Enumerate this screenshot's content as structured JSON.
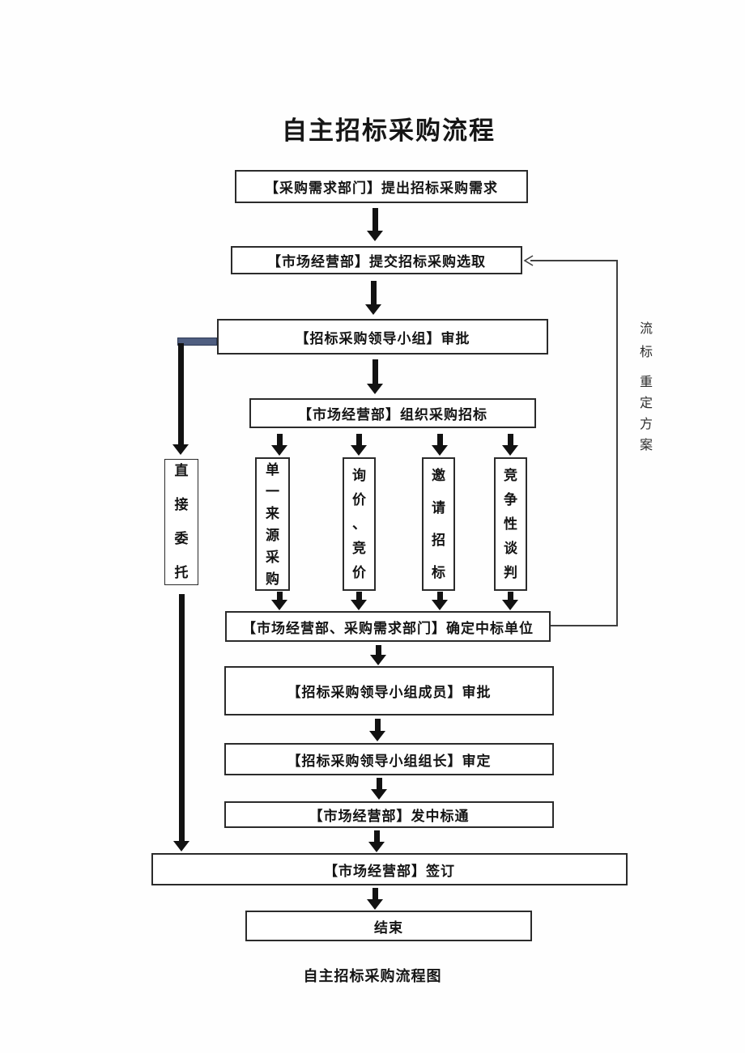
{
  "title": "自主招标采购流程",
  "caption": "自主招标采购流程图",
  "colors": {
    "ink": "#161616",
    "box_border": "#2b2b2b",
    "connector_blue": "#4f5e80",
    "feedback_line": "#3f3f3f"
  },
  "nodes": {
    "request": {
      "label": "【采购需求部门】提出招标采购需求"
    },
    "submit": {
      "label": "【市场经营部】提交招标采购选取"
    },
    "leader_approve": {
      "label": "【招标采购领导小组】审批"
    },
    "organize": {
      "label": "【市场经营部】组织采购招标"
    },
    "method_sole_source": {
      "label": "单一来源采购"
    },
    "method_inquiry": {
      "label": "询价、竞价"
    },
    "method_invite": {
      "label": "邀请招标"
    },
    "method_negotiation": {
      "label": "竞争性谈判"
    },
    "direct_commission": {
      "label": "直接委托"
    },
    "determine_winner": {
      "label": "【市场经营部、采购需求部门】确定中标单位"
    },
    "member_approve": {
      "label": "【招标采购领导小组成员】审批"
    },
    "leader_finalize": {
      "label": "【招标采购领导小组组长】审定"
    },
    "issue_notice": {
      "label": "【市场经营部】发中标通"
    },
    "sign_contract": {
      "label": "【市场经营部】签订"
    },
    "end": {
      "label": "结束"
    }
  },
  "annotations": {
    "failed_bid_line1": "流标",
    "failed_bid_line2": "重定方案"
  }
}
